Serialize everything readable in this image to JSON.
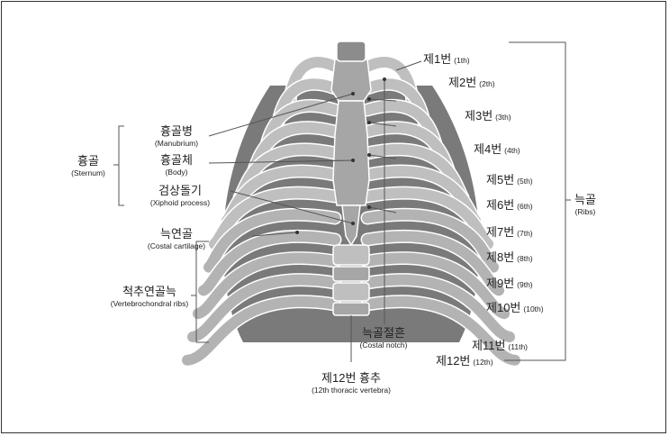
{
  "labels": {
    "sternum_ko": "흉골",
    "sternum_en": "(Sternum)",
    "manubrium_ko": "흉골병",
    "manubrium_en": "(Manubrium)",
    "body_ko": "흉골체",
    "body_en": "(Body)",
    "xiphoid_ko": "검상돌기",
    "xiphoid_en": "(Xiphoid process)",
    "costal_cartilage_ko": "늑연골",
    "costal_cartilage_en": "(Costal cartilage)",
    "vertebrochondral_ko": "척추연골늑",
    "vertebrochondral_en": "(Vertebrochondral ribs)",
    "costal_notch_ko": "늑골절흔",
    "costal_notch_en": "(Costal notch)",
    "thoracic12_ko": "제12번 흉추",
    "thoracic12_en": "(12th thoracic vertebra)",
    "ribs_ko": "늑골",
    "ribs_en": "(Ribs)"
  },
  "ribs": [
    {
      "ko": "제1번",
      "en": "(1th)"
    },
    {
      "ko": "제2번",
      "en": "(2th)"
    },
    {
      "ko": "제3번",
      "en": "(3th)"
    },
    {
      "ko": "제4번",
      "en": "(4th)"
    },
    {
      "ko": "제5번",
      "en": "(5th)"
    },
    {
      "ko": "제6번",
      "en": "(6th)"
    },
    {
      "ko": "제7번",
      "en": "(7th)"
    },
    {
      "ko": "제8번",
      "en": "(8th)"
    },
    {
      "ko": "제9번",
      "en": "(9th)"
    },
    {
      "ko": "제10번",
      "en": "(10th)"
    },
    {
      "ko": "제11번",
      "en": "(11th)"
    },
    {
      "ko": "제12번",
      "en": "(12th)"
    }
  ],
  "colors": {
    "bone_light": "#bfbfbf",
    "bone_dark": "#7a7a7a",
    "cartilage": "#a6a6a6",
    "outline": "#ffffff",
    "line": "#555555"
  }
}
